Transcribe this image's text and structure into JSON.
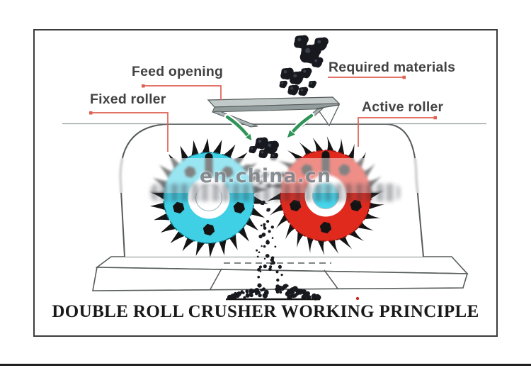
{
  "title": "DOUBLE ROLL CRUSHER WORKING PRINCIPLE",
  "watermark": "en.china.cn",
  "labels": {
    "feed_opening": "Feed opening",
    "fixed_roller": "Fixed roller",
    "required_materials": "Required materials",
    "active_roller": "Active roller"
  },
  "colors": {
    "fixed_roller_fill": "#3fd0e6",
    "fixed_roller_edge": "#0c7687",
    "active_roller_fill": "#e02a1e",
    "active_roller_edge": "#8f1410",
    "hub_fill": "#46d6ec",
    "teeth": "#141414",
    "coal": "#17191e",
    "coal_highlight": "#3d4450",
    "leader_line": "#df5f52",
    "flow_arrow": "#2f9457",
    "outline": "#565b5b",
    "frame": "#3c3c3c",
    "label_text": "#424242",
    "title_text": "#191919",
    "watermark_text": "#80868c",
    "red_dot": "#cc2a1f"
  }
}
